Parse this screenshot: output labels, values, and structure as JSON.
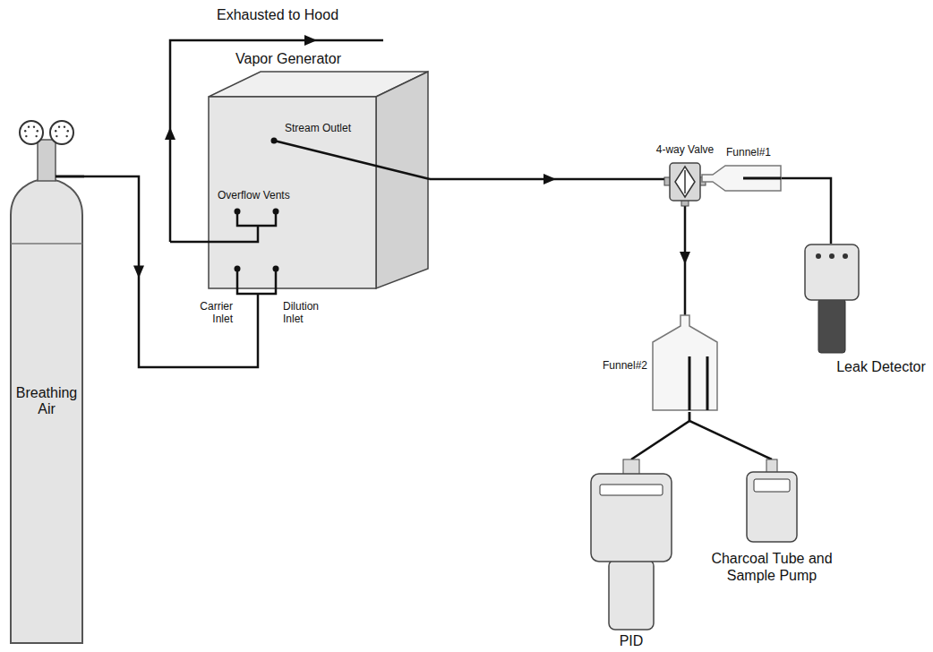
{
  "diagram": {
    "nodes": [
      {
        "text": [
          "Breathing Air"
        ]
      },
      {
        "text": [
          "Vapor Generator"
        ]
      },
      {
        "text": [
          "4-way Valve"
        ]
      },
      {
        "text": [
          "Funnel#1"
        ]
      },
      {
        "text": [
          "Leak Detector"
        ]
      },
      {
        "text": [
          "Funnel#2"
        ]
      },
      {
        "text": [
          "PID"
        ]
      },
      {
        "text": [
          "Charcoal Tube and Sample Pump"
        ]
      }
    ],
    "edges": [
      {
        "from": 0,
        "to": 1,
        "arrow": "to"
      },
      {
        "from": 1,
        "to": 2,
        "arrow": "to"
      },
      {
        "from": 2,
        "to": 3,
        "arrow": "none"
      },
      {
        "from": 3,
        "to": 4,
        "arrow": "none"
      },
      {
        "from": 2,
        "to": 5,
        "arrow": "to"
      },
      {
        "from": 5,
        "to": 6,
        "arrow": "none"
      },
      {
        "from": 5,
        "to": 7,
        "arrow": "none"
      }
    ],
    "labels": [
      "Exhausted to Hood",
      "Stream Outlet",
      "Overflow Vents",
      "Carrier Inlet",
      "Dilution Inlet"
    ]
  }
}
